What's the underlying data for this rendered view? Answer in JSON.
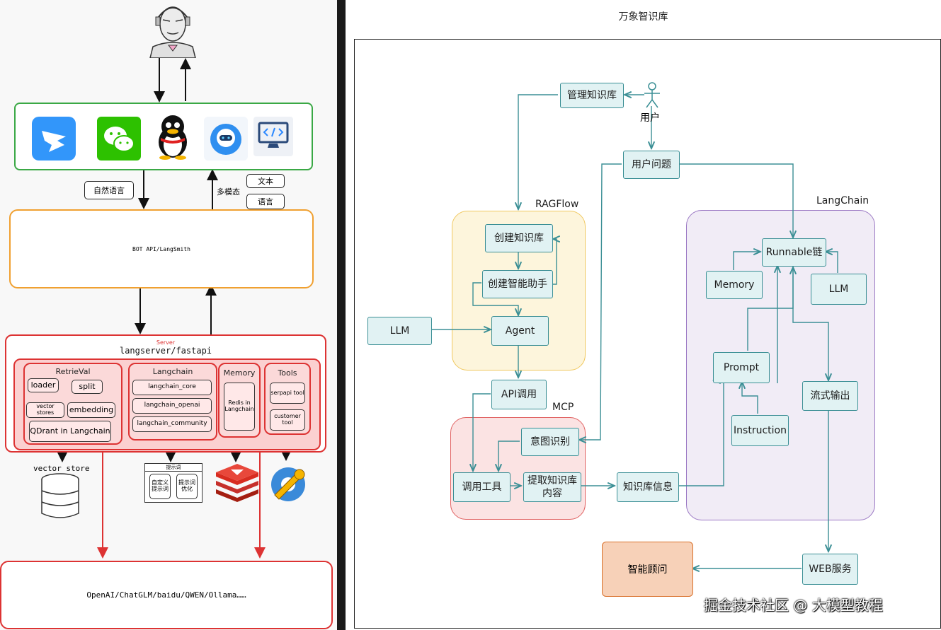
{
  "left": {
    "notes": {
      "natural_language": "自然语言",
      "multimodal": "多模态",
      "text": "文本",
      "voice": "语言"
    },
    "bot_api": "BOT API/LangSmith",
    "server_label": "Server",
    "server_title": "langserver/fastapi",
    "retrieval": {
      "title": "RetrieVal",
      "loader": "loader",
      "split": "split",
      "vector_stores": "vector stores",
      "embedding": "embedding",
      "qdrant": "QDrant in Langchain"
    },
    "langchain": {
      "title": "Langchain",
      "items": [
        "langchain_core",
        "langchain_openai",
        "langchain_community"
      ]
    },
    "memory": {
      "title": "Memory",
      "item": "Redis in Langchain"
    },
    "tools": {
      "title": "Tools",
      "items": [
        "serpapi tool",
        "customer tool"
      ]
    },
    "vector_store": "vector store",
    "prompt_card": {
      "title": "提示词",
      "left": "自定义提示词",
      "right": "提示词优化"
    },
    "llm_providers": "OpenAI/ChatGLM/baidu/QWEN/Ollama……"
  },
  "right": {
    "title": "万象智识库",
    "user": "用户",
    "manage_kb": "管理知识库",
    "user_question": "用户问题",
    "ragflow": {
      "label": "RAGFlow",
      "create_kb": "创建知识库",
      "create_assistant": "创建智能助手",
      "agent": "Agent"
    },
    "llm_left": "LLM",
    "api_call": "API调用",
    "mcp": {
      "label": "MCP",
      "intent": "意图识别",
      "call_tool": "调用工具",
      "extract": "提取知识库内容"
    },
    "kb_info": "知识库信息",
    "langchain": {
      "label": "LangChain",
      "runnable": "Runnable链",
      "memory": "Memory",
      "llm": "LLM",
      "prompt": "Prompt",
      "instruction": "Instruction",
      "stream": "流式输出"
    },
    "web": "WEB服务",
    "advisor": "智能顾问",
    "watermark": "掘金技术社区 @ 大模型教程"
  },
  "colors": {
    "teal": "#3b8f95",
    "teal_fill": "#e1f2f3",
    "red": "#d33333",
    "orange": "#f0a030",
    "green": "#3aa845",
    "ragflow_fill": "#fdf5dc",
    "mcp_fill": "#fbe3e3",
    "langchain_fill": "#f1ecf6",
    "advisor_fill": "#f7d1b8"
  }
}
